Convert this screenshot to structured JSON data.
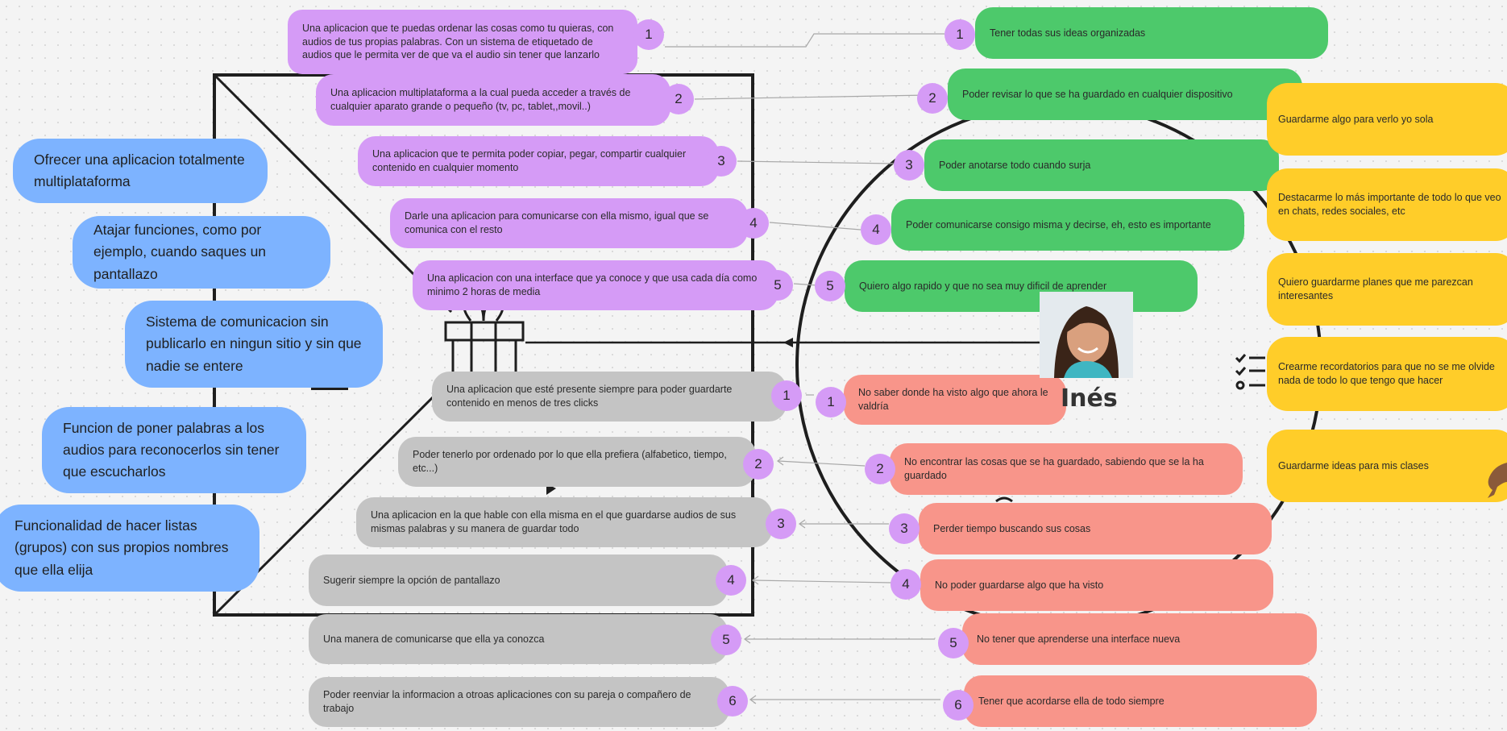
{
  "colors": {
    "purple": "#d59bf6",
    "gray": "#c4c4c4",
    "green": "#4dc96b",
    "salmon": "#f8958a",
    "yellow": "#ffcd29",
    "blue": "#7db3ff",
    "badge": "#d59bf6"
  },
  "persona": {
    "name": "Inés",
    "icon": "avatar-photo"
  },
  "purple_notes": [
    {
      "num": "1",
      "text": "Una aplicacion que te puedas ordenar las cosas como tu quieras, con audios de tus propias palabras. Con un sistema de etiquetado de audios que le permita ver de que va el audio sin tener que lanzarlo"
    },
    {
      "num": "2",
      "text": "Una aplicacion multiplataforma a la cual pueda acceder a través de cualquier aparato grande o pequeño (tv, pc, tablet,,movil..)"
    },
    {
      "num": "3",
      "text": "Una aplicacion que te permita poder copiar, pegar, compartir cualquier contenido en cualquier momento"
    },
    {
      "num": "4",
      "text": "Darle una aplicacion para comunicarse con ella mismo, igual que se comunica con el resto"
    },
    {
      "num": "5",
      "text": "Una aplicacion con una interface que ya conoce y que usa cada día como minimo 2 horas de media"
    }
  ],
  "green_notes": [
    {
      "num": "1",
      "text": "Tener todas sus ideas organizadas"
    },
    {
      "num": "2",
      "text": "Poder revisar lo que se ha guardado en cualquier dispositivo"
    },
    {
      "num": "3",
      "text": "Poder anotarse todo cuando surja"
    },
    {
      "num": "4",
      "text": "Poder comunicarse consigo misma y decirse, eh, esto es importante"
    },
    {
      "num": "5",
      "text": "Quiero algo rapido y que no sea muy dificil de aprender"
    }
  ],
  "gray_notes": [
    {
      "num": "1",
      "text": "Una aplicacion que esté presente siempre para poder guardarte contenido en menos de tres clicks"
    },
    {
      "num": "2",
      "text": "Poder tenerlo por ordenado por lo que ella prefiera (alfabetico, tiempo, etc...)"
    },
    {
      "num": "3",
      "text": "Una aplicacion en la que hable con ella misma en el que guardarse audios  de sus mismas palabras y su manera de guardar todo"
    },
    {
      "num": "4",
      "text": "Sugerir siempre la opción de pantallazo"
    },
    {
      "num": "5",
      "text": "Una manera de comunicarse que ella ya conozca"
    },
    {
      "num": "6",
      "text": "Poder reenviar la informacion a otroas aplicaciones con su pareja o compañero de trabajo"
    }
  ],
  "salmon_notes": [
    {
      "num": "1",
      "text": "No saber donde ha visto algo que ahora le valdría"
    },
    {
      "num": "2",
      "text": "No encontrar las cosas que se ha guardado, sabiendo que se la ha guardado"
    },
    {
      "num": "3",
      "text": "Perder tiempo buscando sus cosas"
    },
    {
      "num": "4",
      "text": "No poder guardarse algo que ha visto"
    },
    {
      "num": "5",
      "text": "No tener que aprenderse una interface nueva"
    },
    {
      "num": "6",
      "text": "Tener que acordarse ella de todo siempre"
    }
  ],
  "yellow_notes": [
    "Guardarme algo para verlo yo sola",
    "Destacarme lo más importante de todo lo que veo en chats, redes sociales, etc",
    "Quiero guardarme planes que me parezcan interesantes",
    "Crearme recordatorios para que no se me olvide nada de todo lo que tengo que hacer",
    "Guardarme ideas para mis clases"
  ],
  "blue_notes": [
    "Ofrecer una aplicacion  totalmente multiplataforma",
    "Atajar funciones, como por ejemplo, cuando saques un pantallazo",
    "Sistema de comunicacion  sin publicarlo en ningun sitio y sin que nadie se entere",
    "Funcion de poner palabras a los audios para reconocerlos sin tener que escucharlos",
    "Funcionalidad de hacer listas (grupos) con sus propios nombres que ella elija"
  ]
}
